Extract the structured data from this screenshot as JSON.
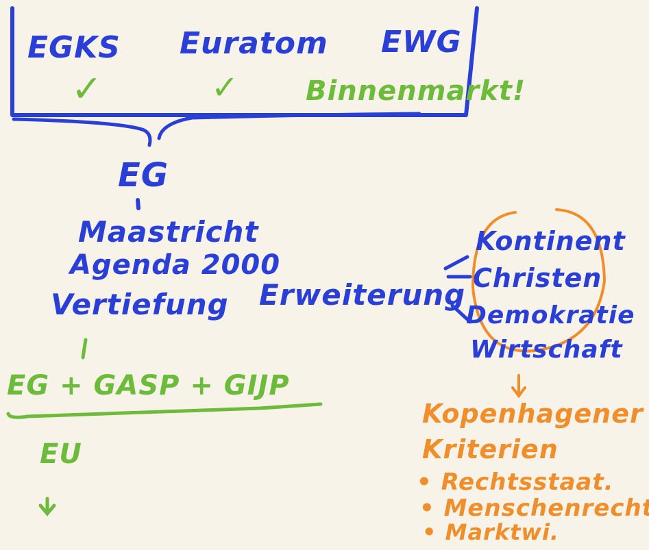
{
  "colors": {
    "blue": "#2a3fd6",
    "green": "#6dbb3a",
    "orange": "#ef8e2a",
    "background": "#f7f3e8"
  },
  "top": {
    "egks": "EGKS",
    "euratom": "Euratom",
    "ewg": "EWG",
    "check1": "✓",
    "check2": "✓",
    "binnenmarkt": "Binnenmarkt!"
  },
  "middle": {
    "eg": "EG",
    "maastricht": "Maastricht",
    "agenda": "Agenda 2000",
    "vertiefung": "Vertiefung",
    "erweiterung": "Erweiterung"
  },
  "right": {
    "kontinent": "Kontinent",
    "christen": "Christen",
    "demokratie": "Demokratie",
    "wirtschaft": "Wirtschaft"
  },
  "bottom": {
    "formula": "EG + GASP + GIJP",
    "eu": "EU"
  },
  "criteria": {
    "title1": "Kopenhagener",
    "title2": "Kriterien",
    "item1": "• Rechtsstaat.",
    "item2": "• Menschenrechte",
    "item3": "• Marktwi."
  }
}
